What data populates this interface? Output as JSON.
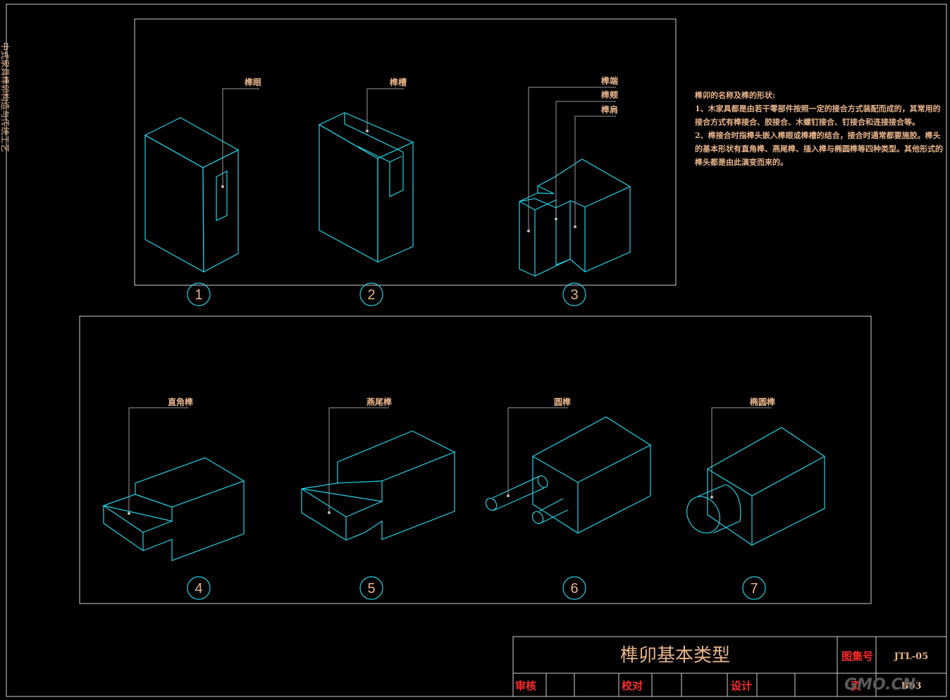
{
  "labels": {
    "l1": "榫眼",
    "l2": "榫槽",
    "l3a": "榫端",
    "l3b": "榫颊",
    "l3c": "榫肩",
    "l4": "直角榫",
    "l5": "燕尾榫",
    "l6": "圆榫",
    "l7": "椭圆榫"
  },
  "numbers": [
    "1",
    "2",
    "3",
    "4",
    "5",
    "6",
    "7"
  ],
  "notes": [
    "榫卯的名称及榫的形状:",
    "1、木家具都是由若干零部件按照一定的接合方式装配而成的，其常用的",
    "接合方式有榫接合、胶接合、木螺钉接合、钉接合和连接接合等。",
    "2、榫接合时指榫头嵌入榫眼或榫槽的结合，接合时通常都要施胶。榫头",
    "的基本形状有直角榫、燕尾榫、插入榫与椭圆榫等四种类型。其他形式的",
    "榫头都是由此演变而来的。"
  ],
  "title_block": {
    "title": "榫卯基本类型",
    "atlas_no_label": "图集号",
    "atlas_no": "JTL-05",
    "review": "审核",
    "check": "校对",
    "design": "设计",
    "page_label": "页",
    "page": "B03"
  },
  "side_text": "中式家具榫卯构造与传统工艺",
  "watermark": "GMO.CN"
}
